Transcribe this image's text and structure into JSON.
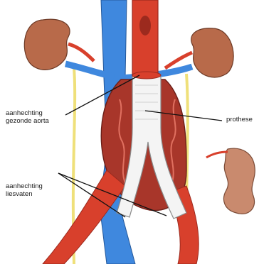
{
  "labels": {
    "healthy_aorta": [
      "aanhechting",
      "gezonde aorta"
    ],
    "prosthesis": "prothese",
    "groin_vessels": [
      "aanhechting",
      "liesvaten"
    ]
  },
  "colors": {
    "artery": "#d8402c",
    "artery_dark": "#9c2a1e",
    "vein": "#3f88de",
    "kidney": "#b86a4a",
    "ureter": "#efe07a",
    "graft": "#f4f4f4",
    "aneurysm_wall": "#a8362a",
    "intestine": "#c98a6e"
  }
}
